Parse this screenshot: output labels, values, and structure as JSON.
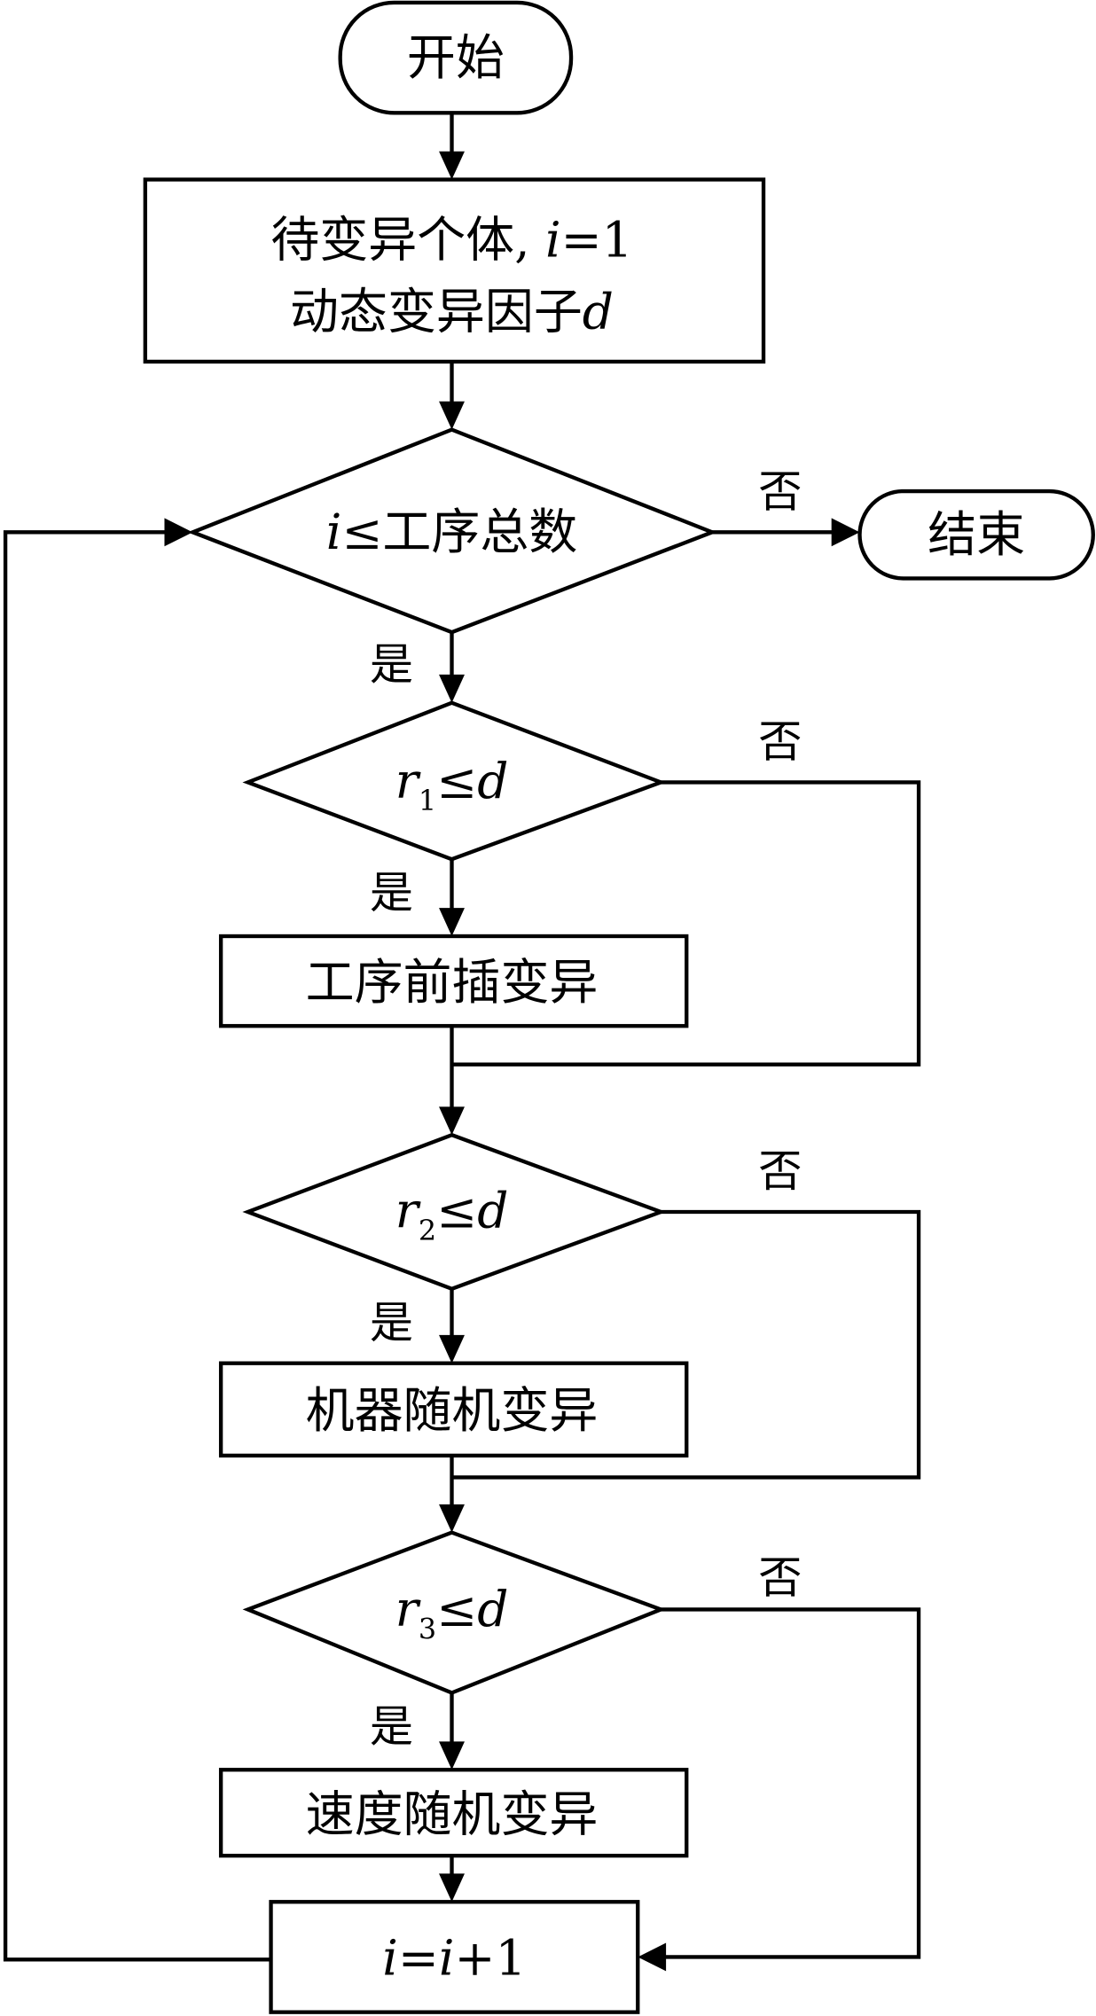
{
  "nodes": {
    "start": {
      "label": "开始"
    },
    "init": {
      "line1": "待变异个体, ",
      "line1_var": "i",
      "line1_tail": "=1",
      "line2": "动态变异因子",
      "line2_var": "d"
    },
    "cond_main": {
      "var": "i",
      "text": "≤工序总数"
    },
    "end": {
      "label": "结束"
    },
    "cond_r1": {
      "var": "r",
      "sub": "1",
      "op": "≤",
      "rhs": "d"
    },
    "op1": {
      "label": "工序前插变异"
    },
    "cond_r2": {
      "var": "r",
      "sub": "2",
      "op": "≤",
      "rhs": "d"
    },
    "op2": {
      "label": "机器随机变异"
    },
    "cond_r3": {
      "var": "r",
      "sub": "3",
      "op": "≤",
      "rhs": "d"
    },
    "op3": {
      "label": "速度随机变异"
    },
    "increment": {
      "v1": "i",
      "eq": "=",
      "v2": "i",
      "tail": "+1"
    }
  },
  "branch_labels": {
    "yes": "是",
    "no": "否"
  }
}
